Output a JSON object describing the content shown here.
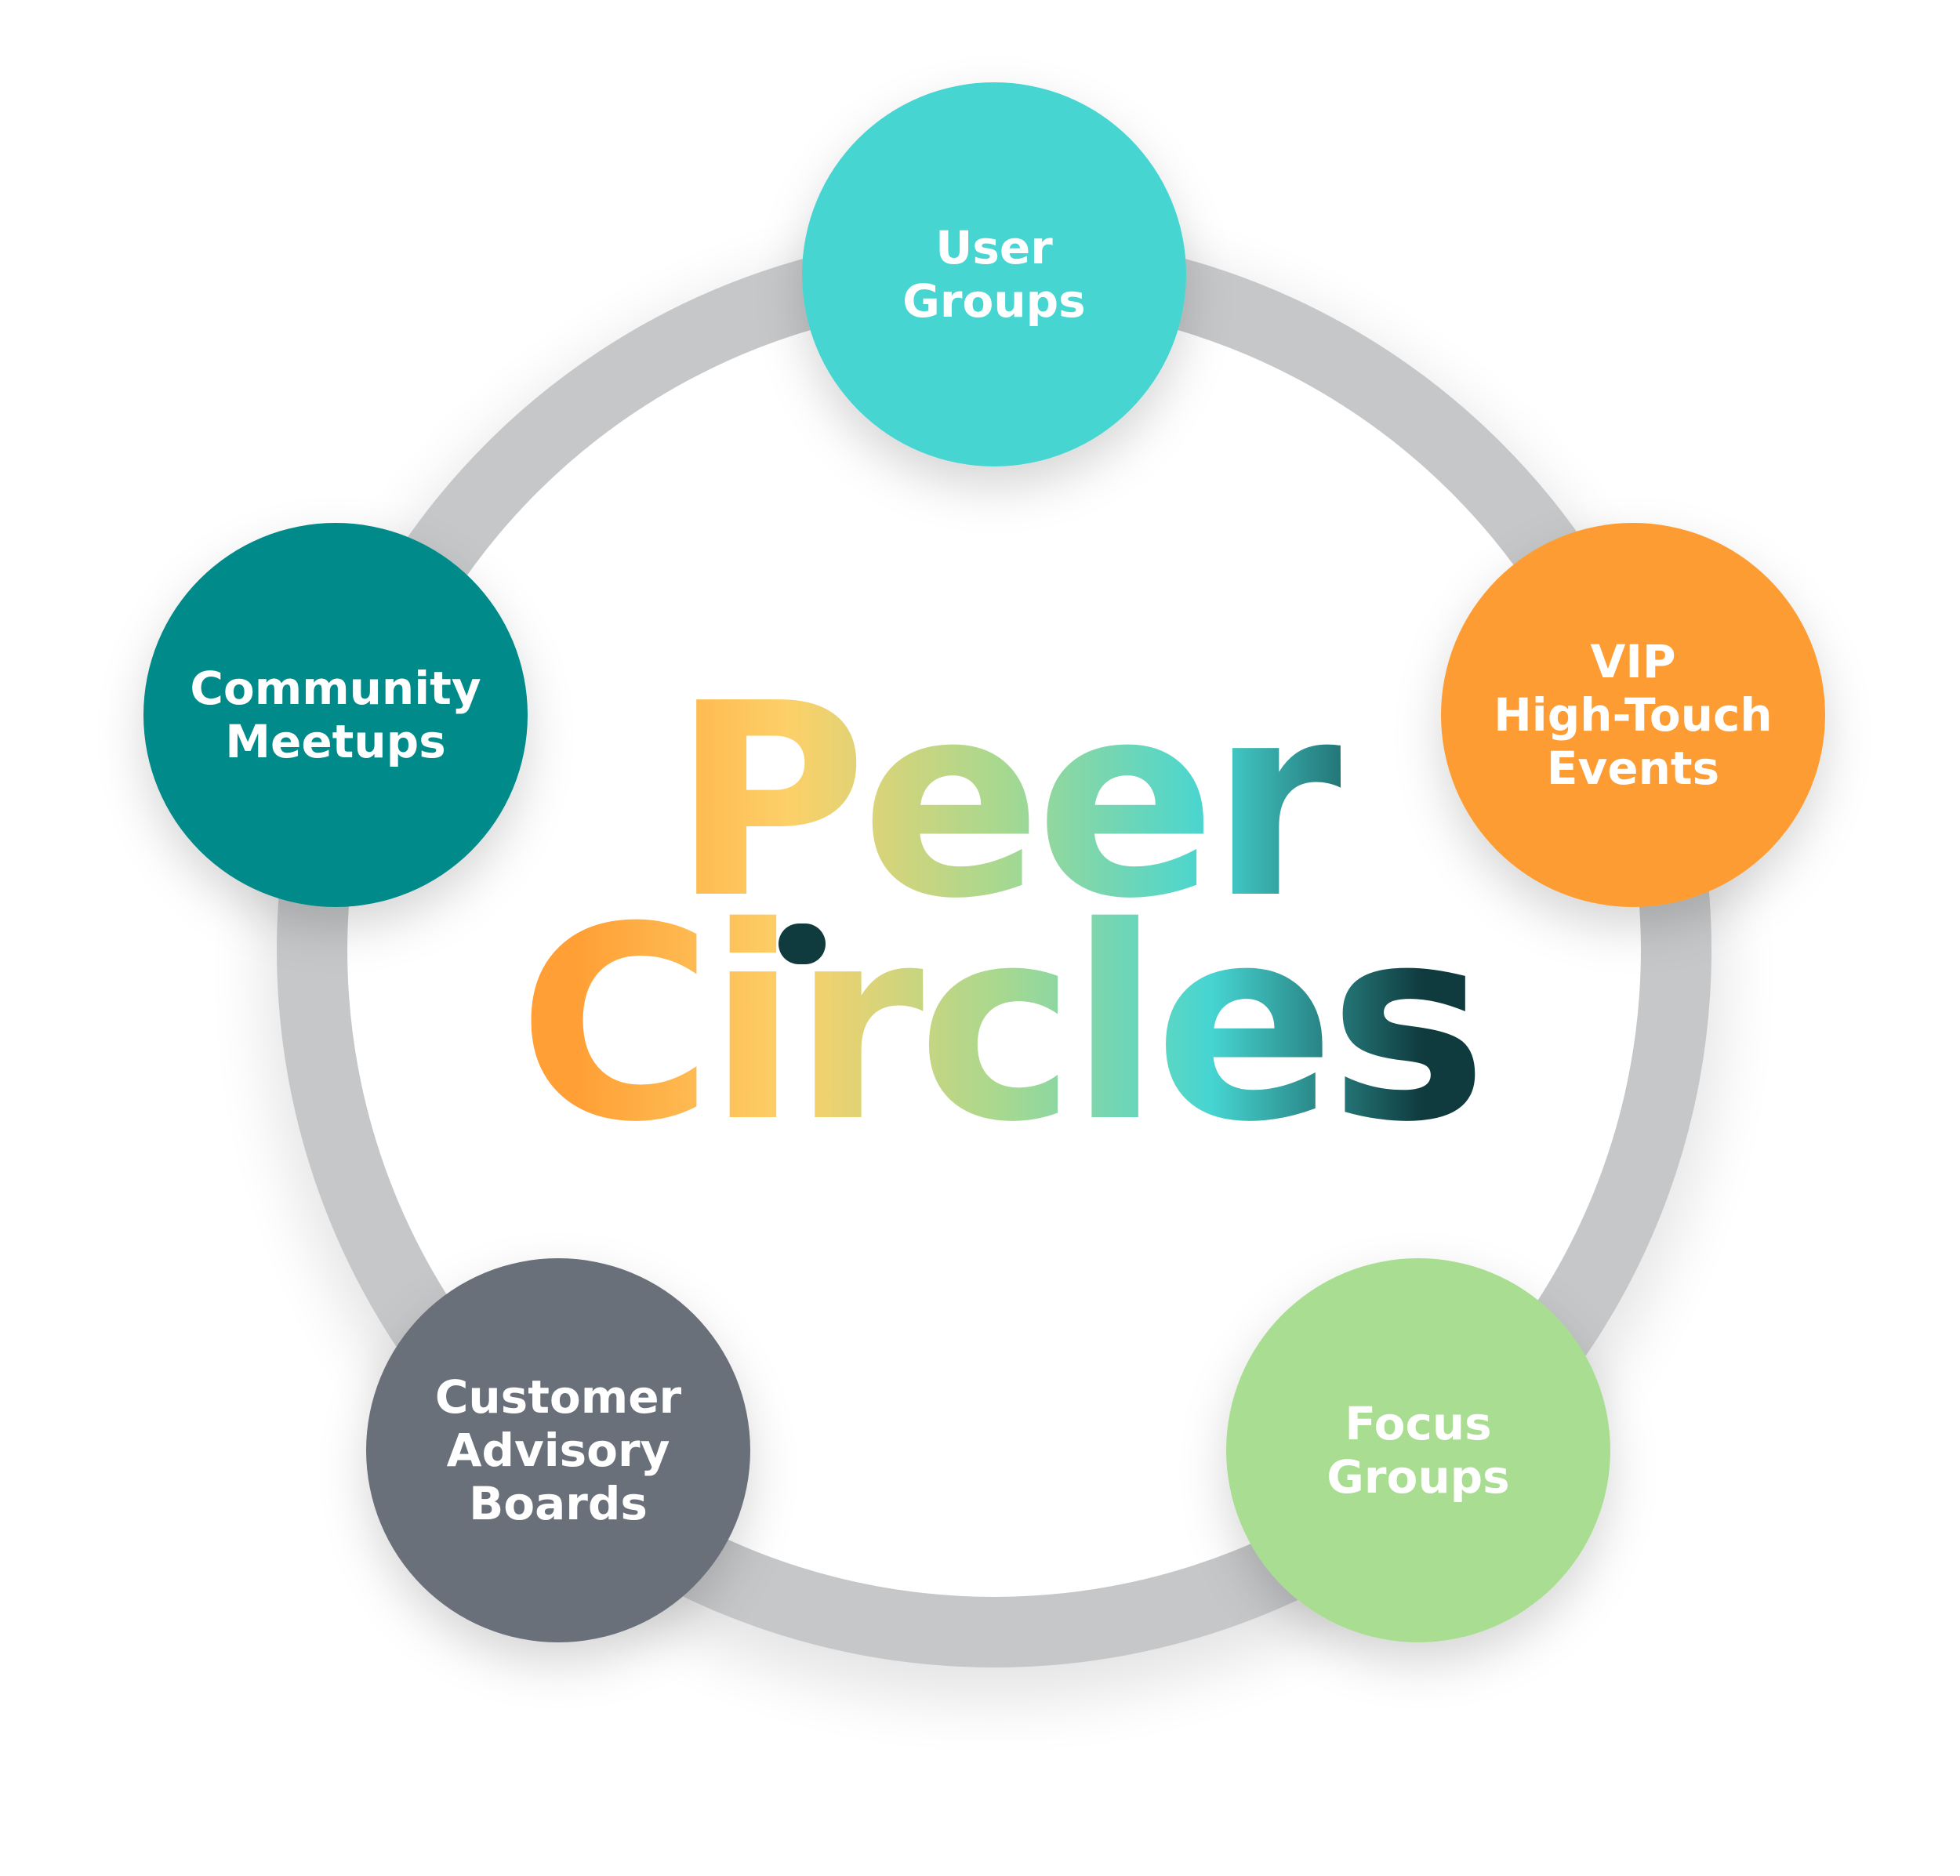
{
  "title": {
    "line1": "Peer",
    "line2": "Circles",
    "gradient_colors": [
      "#ff9f35",
      "#fdd068",
      "#a8d88f",
      "#46d5d2",
      "#0f3a3e"
    ],
    "dot_color": "#0f3a3e"
  },
  "ring": {
    "color": "#c6c7c9"
  },
  "nodes": [
    {
      "id": "user-groups",
      "lines": [
        "User",
        "Groups"
      ],
      "color": "#46d5d2"
    },
    {
      "id": "vip-high-touch-events",
      "lines": [
        "VIP",
        "High-Touch",
        "Events"
      ],
      "color": "#fd9c31"
    },
    {
      "id": "focus-groups",
      "lines": [
        "Focus",
        "Groups"
      ],
      "color": "#a9dd91"
    },
    {
      "id": "customer-advisory-boards",
      "lines": [
        "Customer",
        "Advisory",
        "Boards"
      ],
      "color": "#6b6f79"
    },
    {
      "id": "community-meetups",
      "lines": [
        "Community",
        "Meetups"
      ],
      "color": "#008b8a"
    }
  ]
}
